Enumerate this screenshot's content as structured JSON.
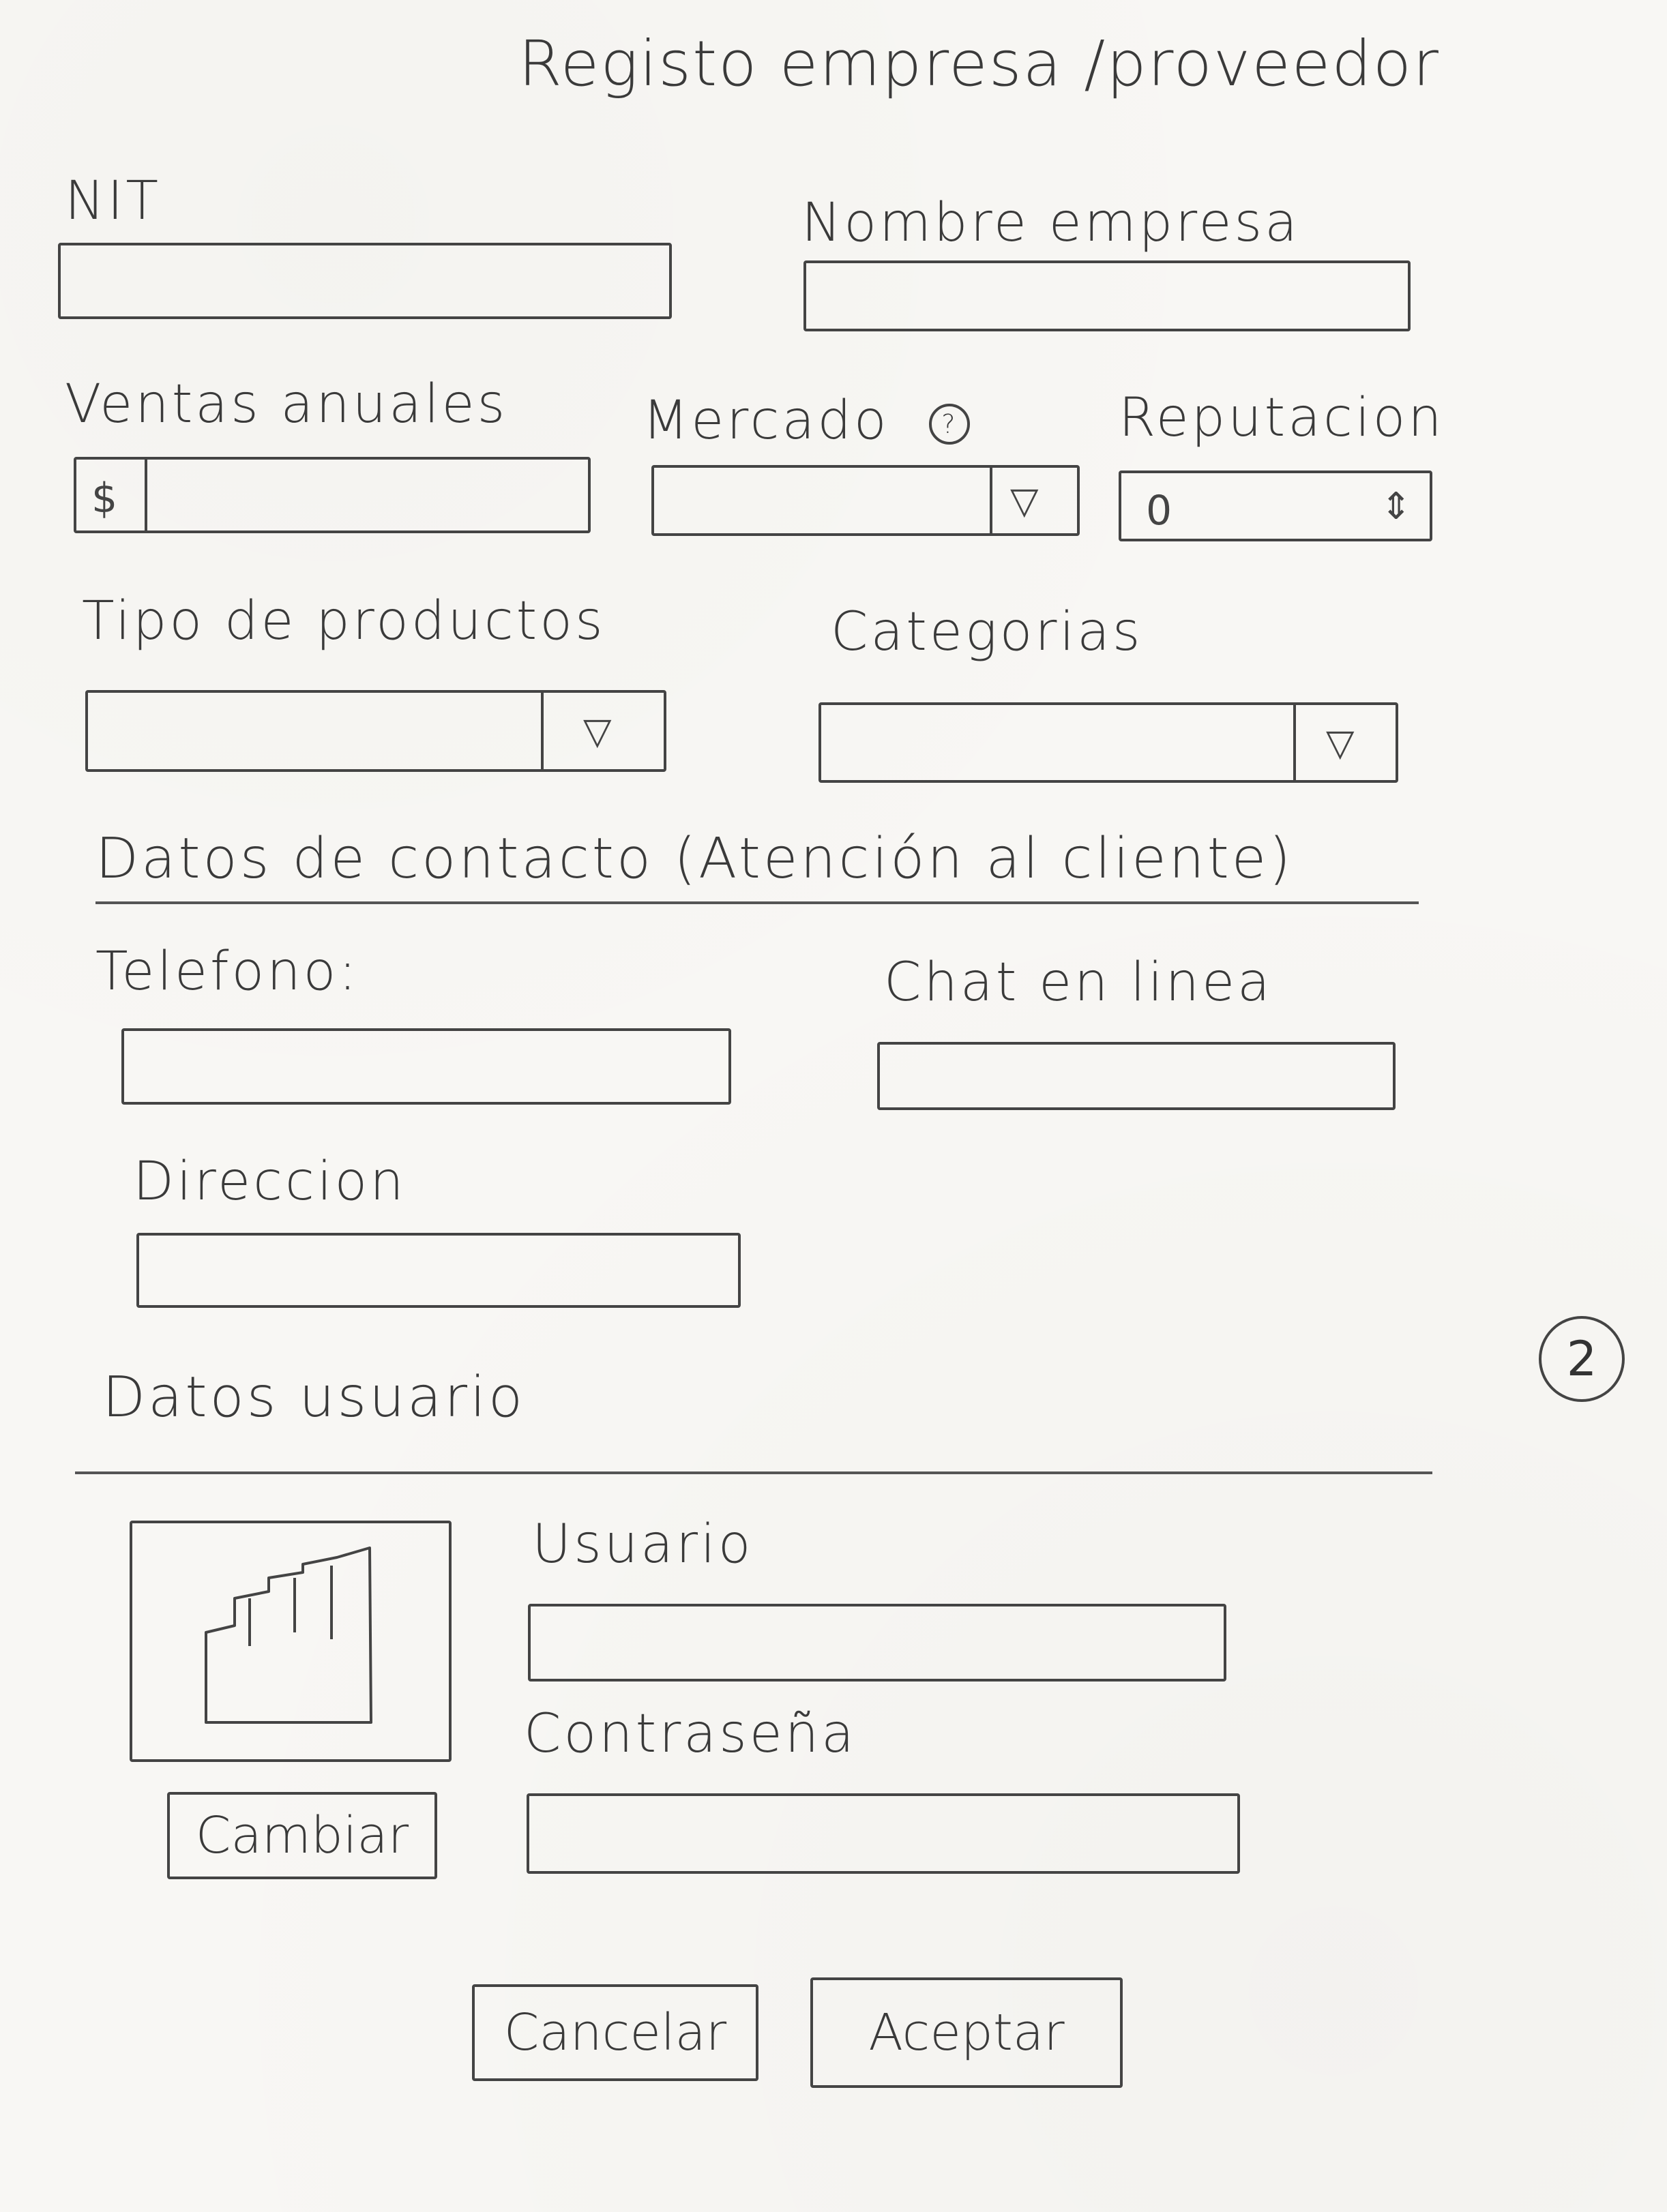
{
  "title": "Registo empresa /proveedor",
  "fields": {
    "nit": {
      "label": "NIT",
      "value": ""
    },
    "nombre_empresa": {
      "label": "Nombre empresa",
      "value": ""
    },
    "ventas_anuales": {
      "label": "Ventas anuales",
      "prefix": "$",
      "value": ""
    },
    "mercado": {
      "label": "Mercado",
      "help_icon": "?",
      "value": "",
      "arrow": "▽"
    },
    "reputacion": {
      "label": "Reputacion",
      "value": "0",
      "spinner": "⇕"
    },
    "tipo_productos": {
      "label": "Tipo de productos",
      "value": "",
      "arrow": "▽"
    },
    "categorias": {
      "label": "Categorias",
      "value": "",
      "arrow": "▽"
    }
  },
  "contacto": {
    "heading": "Datos de contacto (Atención al cliente)",
    "telefono": {
      "label": "Telefono:",
      "value": ""
    },
    "chat": {
      "label": "Chat en linea",
      "value": ""
    },
    "direccion": {
      "label": "Direccion",
      "value": ""
    }
  },
  "usuario": {
    "heading": "Datos usuario",
    "usuario": {
      "label": "Usuario",
      "value": ""
    },
    "contrasena": {
      "label": "Contraseña",
      "value": ""
    },
    "change_button": "Cambiar",
    "avatar_icon": "factory-icon"
  },
  "actions": {
    "cancel": "Cancelar",
    "accept": "Aceptar"
  },
  "page_number": "2"
}
